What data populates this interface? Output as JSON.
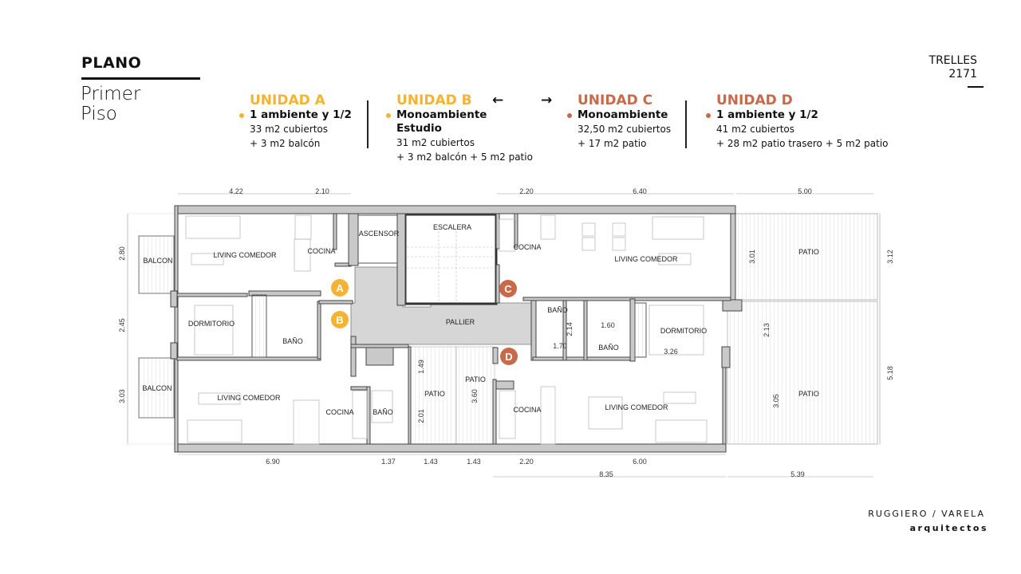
{
  "header": {
    "title": "PLANO",
    "subtitle_line1": "Primer",
    "subtitle_line2": "Piso",
    "project_line1": "TRELLES",
    "project_line2": "2171"
  },
  "colors": {
    "unit_ab": "#F5B335",
    "unit_cd": "#C8694A",
    "wall": "#C9C9C9"
  },
  "units": [
    {
      "name": "UNIDAD A",
      "type": "1 ambiente y 1/2",
      "type2": "",
      "details": [
        "33 m2 cubiertos",
        "+ 3 m2 balcón"
      ]
    },
    {
      "name": "UNIDAD B",
      "type": "Monoambiente",
      "type2": "Estudio",
      "details": [
        "31 m2 cubiertos",
        "+ 3 m2 balcón + 5 m2 patio"
      ]
    },
    {
      "name": "UNIDAD C",
      "type": "Monoambiente",
      "type2": "",
      "details": [
        "32,50 m2 cubiertos",
        "+ 17 m2 patio"
      ]
    },
    {
      "name": "UNIDAD D",
      "type": "1 ambiente y 1/2",
      "type2": "",
      "details": [
        "41 m2 cubiertos",
        "+ 28 m2 patio trasero + 5 m2 patio"
      ]
    }
  ],
  "arrows": {
    "left": "←",
    "right": "→"
  },
  "plan": {
    "markers": [
      "A",
      "B",
      "C",
      "D"
    ],
    "rooms": [
      "BALCON",
      "LIVING COMEDOR",
      "COCINA",
      "ASCENSOR",
      "ESCALERA",
      "DORMITORIO",
      "BAÑO",
      "BALCON",
      "LIVING COMEDOR",
      "COCINA",
      "BAÑO",
      "PATIO",
      "PATIO",
      "PALLIER",
      "COCINA",
      "LIVING COMEDOR",
      "PATIO",
      "BAÑO",
      "BAÑO",
      "DORMITORIO",
      "COCINA",
      "LIVING COMEDOR",
      "PATIO"
    ],
    "dims_top": [
      "4.22",
      "2.10",
      "2.20",
      "6.40",
      "5.00"
    ],
    "dims_bottom": [
      "6.90",
      "1.37",
      "1.43",
      "1.43",
      "2.20",
      "6.00",
      "8.35",
      "5.39"
    ],
    "dims_left": [
      "2.80",
      "2.45",
      "3.03"
    ],
    "dims_right": [
      "3.12",
      "5.18",
      "3.01",
      "2.13",
      "3.05"
    ],
    "dims_inner": [
      "1.49",
      "2.01",
      "3.60",
      "2.14",
      "1.60",
      "1.70",
      "3.26"
    ]
  },
  "footer": {
    "firm": "RUGGIERO / VARELA",
    "sub": "arquitectos"
  }
}
